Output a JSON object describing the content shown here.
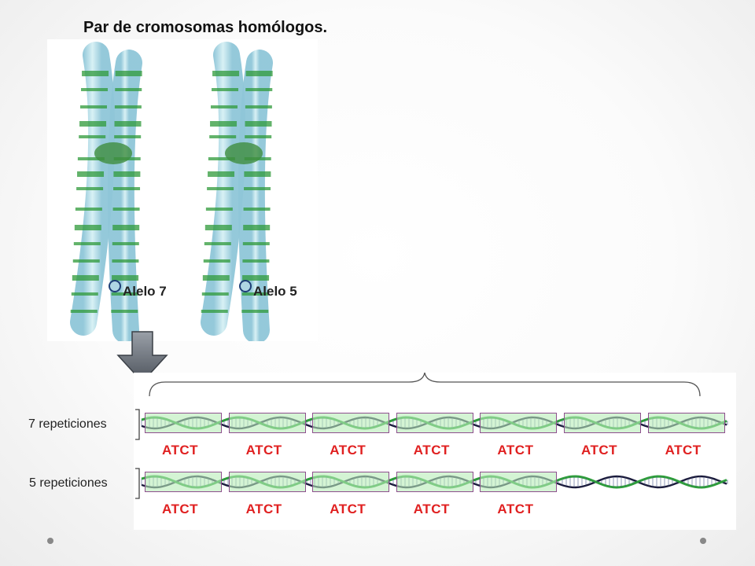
{
  "title": "Par de cromosomas homólogos.",
  "chromosomes": [
    {
      "allele_label": "Alelo 7"
    },
    {
      "allele_label": "Alelo 5"
    }
  ],
  "repeat_unit": "ATCT",
  "rows": [
    {
      "label": "7 repeticiones",
      "repeats": 7
    },
    {
      "label": "5 repeticiones",
      "repeats": 5
    }
  ],
  "colors": {
    "chromosome_body": "#bfe3ec",
    "chromosome_band": "#2f9a3a",
    "repeat_box": "#b8ecb8",
    "repeat_border": "#8e4f8e",
    "repeat_text": "#e02020",
    "dna_strand_a": "#1a1a3a",
    "dna_strand_b": "#2e9e3a"
  },
  "icons": {
    "down_arrow": "down-arrow-icon",
    "footer_dots": "bullet-dot-icon"
  }
}
